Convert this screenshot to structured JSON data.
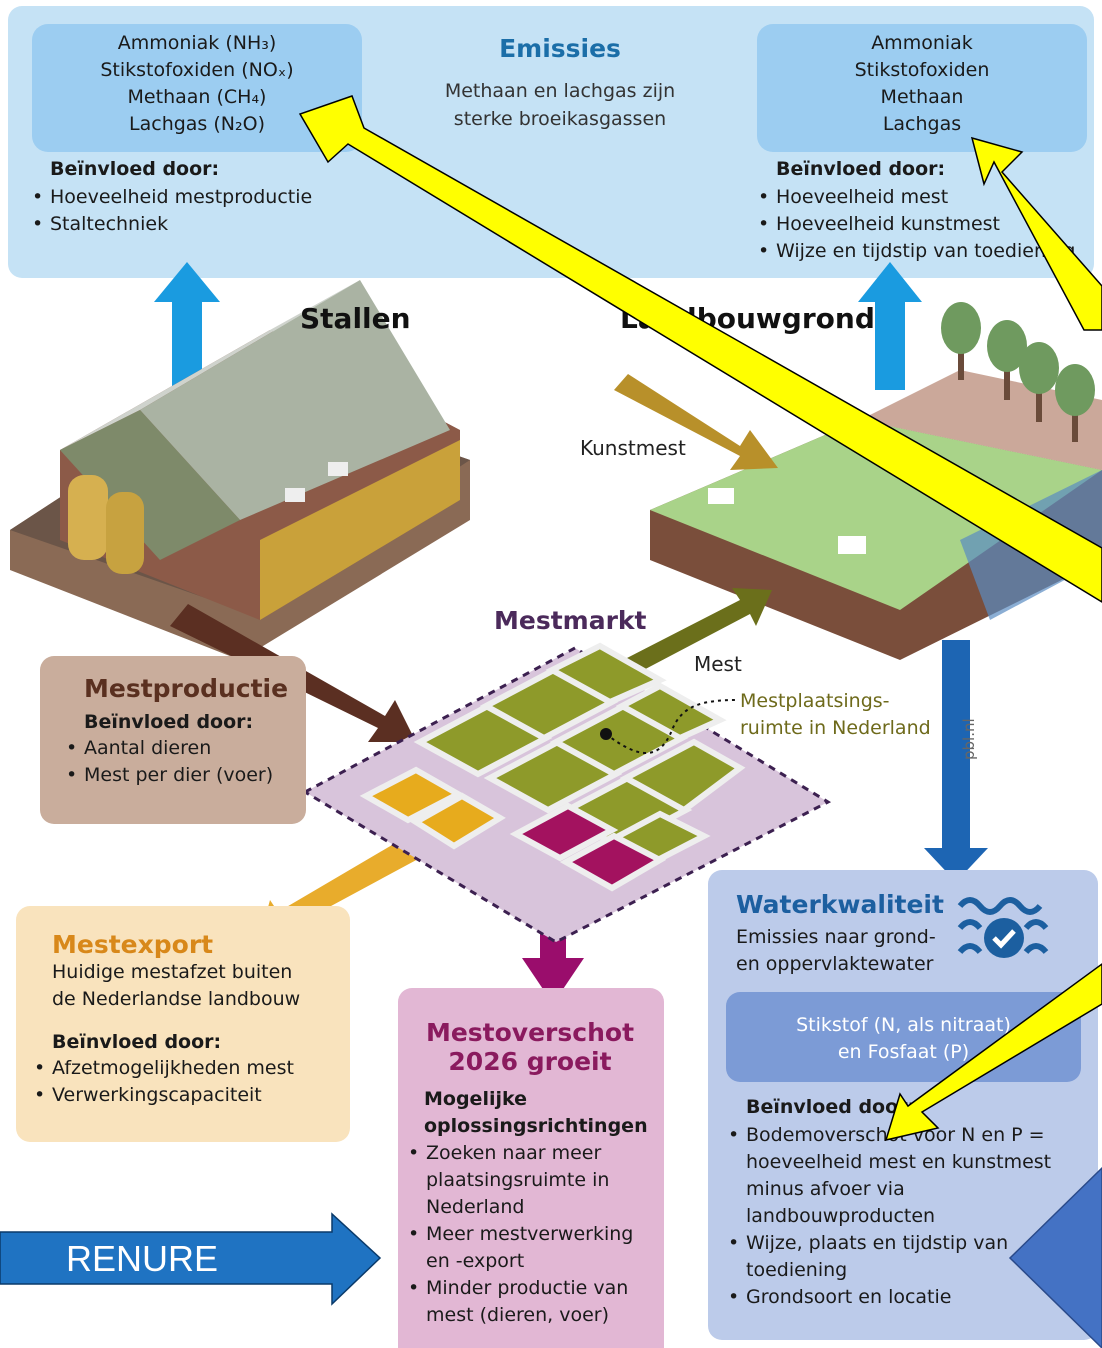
{
  "emissions": {
    "title": "Emissies",
    "subtitle_line1": "Methaan en lachgas zijn",
    "subtitle_line2": "sterke broeikasgassen",
    "left_gases": [
      "Ammoniak (NH₃)",
      "Stikstofoxiden (NOₓ)",
      "Methaan (CH₄)",
      "Lachgas (N₂O)"
    ],
    "left_influence_head": "Beïnvloed door:",
    "left_influence": [
      "Hoeveelheid mestproductie",
      "Staltechniek"
    ],
    "right_gases": [
      "Ammoniak",
      "Stikstofoxiden",
      "Methaan",
      "Lachgas"
    ],
    "right_influence_head": "Beïnvloed door:",
    "right_influence": [
      "Hoeveelheid mest",
      "Hoeveelheid kunstmest",
      "Wijze en tijdstip van toediening"
    ]
  },
  "scene": {
    "stallen": "Stallen",
    "landbouwgrond": "Landbouwgrond",
    "kunstmest": "Kunstmest",
    "mestmarkt": "Mestmarkt",
    "mest": "Mest",
    "plaatsing_line1": "Mestplaatsings-",
    "plaatsing_line2": "ruimte in Nederland",
    "source": "pbl.nl"
  },
  "mestproductie": {
    "title": "Mestproductie",
    "head": "Beïnvloed door:",
    "items": [
      "Aantal dieren",
      "Mest per dier (voer)"
    ]
  },
  "mestexport": {
    "title": "Mestexport",
    "line1": "Huidige mestafzet buiten",
    "line2": "de Nederlandse landbouw",
    "head": "Beïnvloed door:",
    "items": [
      "Afzetmogelijkheden mest",
      "Verwerkingscapaciteit"
    ]
  },
  "mestoverschot": {
    "title_line1": "Mestoverschot",
    "title_line2": "2026 groeit",
    "head_line1": "Mogelijke",
    "head_line2": "oplossingsrichtingen",
    "items": [
      "Zoeken naar meer plaatsingsruimte in Nederland",
      "Meer mestverwerking en -export",
      "Minder productie van mest (dieren, voer)"
    ]
  },
  "water": {
    "title": "Waterkwaliteit",
    "line1": "Emissies naar grond-",
    "line2": "en oppervlaktewater",
    "box_line1": "Stikstof (N, als nitraat)",
    "box_line2": "en Fosfaat (P)",
    "head": "Beïnvloed door:",
    "items": [
      "Bodemoverschot voor N en P = hoeveelheid mest en kunstmest minus afvoer via landbouwproducten",
      "Wijze, plaats en tijdstip van toediening",
      "Grondsoort en locatie"
    ]
  },
  "overlay": {
    "renure": "RENURE"
  },
  "colors": {
    "top_panel": "#c5e2f5",
    "gas_box": "#9ccdf1",
    "mestproductie": "#c9ad9c",
    "mestexport": "#f9e3bd",
    "mestoverschot": "#e2b7d4",
    "water": "#bccbea",
    "yellow_arrow": "#ffff00",
    "blue_arrow": "#1f73c2"
  }
}
